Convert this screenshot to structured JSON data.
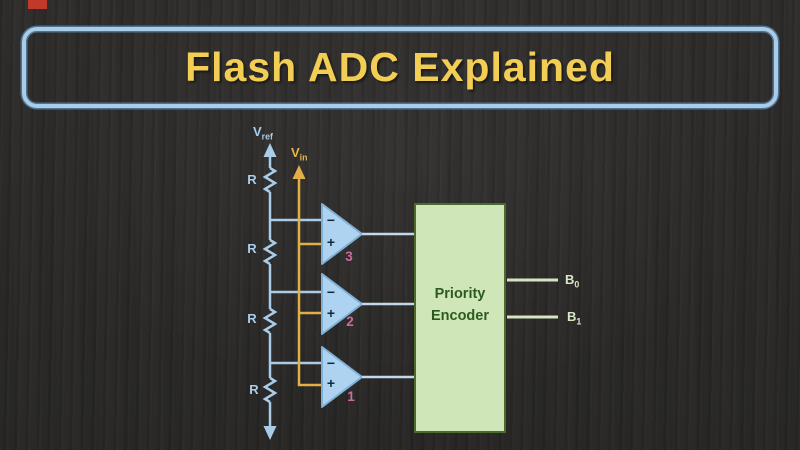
{
  "page": {
    "background_color": "#2d2b29",
    "red_marker_color": "#c0392b"
  },
  "title_banner": {
    "text": "Flash ADC Explained",
    "text_color": "#f2ce55",
    "border_color": "#a9cde9"
  },
  "diagram": {
    "reference_input": {
      "base": "V",
      "sub": "ref"
    },
    "analog_input": {
      "base": "V",
      "sub": "in"
    },
    "resistor_labels": [
      "R",
      "R",
      "R",
      "R"
    ],
    "comparators": [
      {
        "number": "3",
        "minus_sign": "−",
        "plus_sign": "+"
      },
      {
        "number": "2",
        "minus_sign": "−",
        "plus_sign": "+"
      },
      {
        "number": "1",
        "minus_sign": "−",
        "plus_sign": "+"
      }
    ],
    "encoder": {
      "line1": "Priority",
      "line2": "Encoder",
      "fill_color": "#cfe6b8",
      "border_color": "#4c6a2c",
      "text_color": "#2d5a1e"
    },
    "outputs": [
      {
        "base": "B",
        "sub": "0"
      },
      {
        "base": "B",
        "sub": "1"
      }
    ],
    "wire_colors": {
      "ladder_blue": "#a9cde9",
      "input_yellow": "#e2ae45",
      "comparator_fill": "#aed3f0",
      "output_blue": "#c3d9eb",
      "output_pale_green": "#d4e5c2",
      "number_pink": "#cb6ba1"
    }
  }
}
